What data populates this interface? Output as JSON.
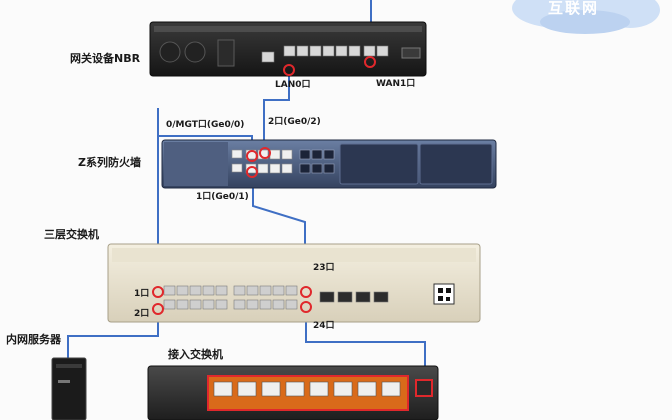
{
  "diagram": {
    "cloud_label": "互联网",
    "devices": {
      "gateway": "网关设备NBR",
      "firewall": "Z系列防火墙",
      "core_switch": "三层交换机",
      "server": "内网服务器",
      "access_switch": "接入交换机"
    },
    "ports": {
      "gw_lan0": "LAN0口",
      "gw_wan1": "WAN1口",
      "fw_mgt": "0/MGT口(Ge0/0)",
      "fw_port2": "2口(Ge0/2)",
      "fw_port1": "1口(Ge0/1)",
      "sw_port23": "23口",
      "sw_port1": "1口",
      "sw_port2": "2口",
      "sw_port24": "24口"
    },
    "colors": {
      "cable": "#3f6fc4",
      "highlight": "#e0282c",
      "cloud": "#cfe0f6"
    }
  }
}
